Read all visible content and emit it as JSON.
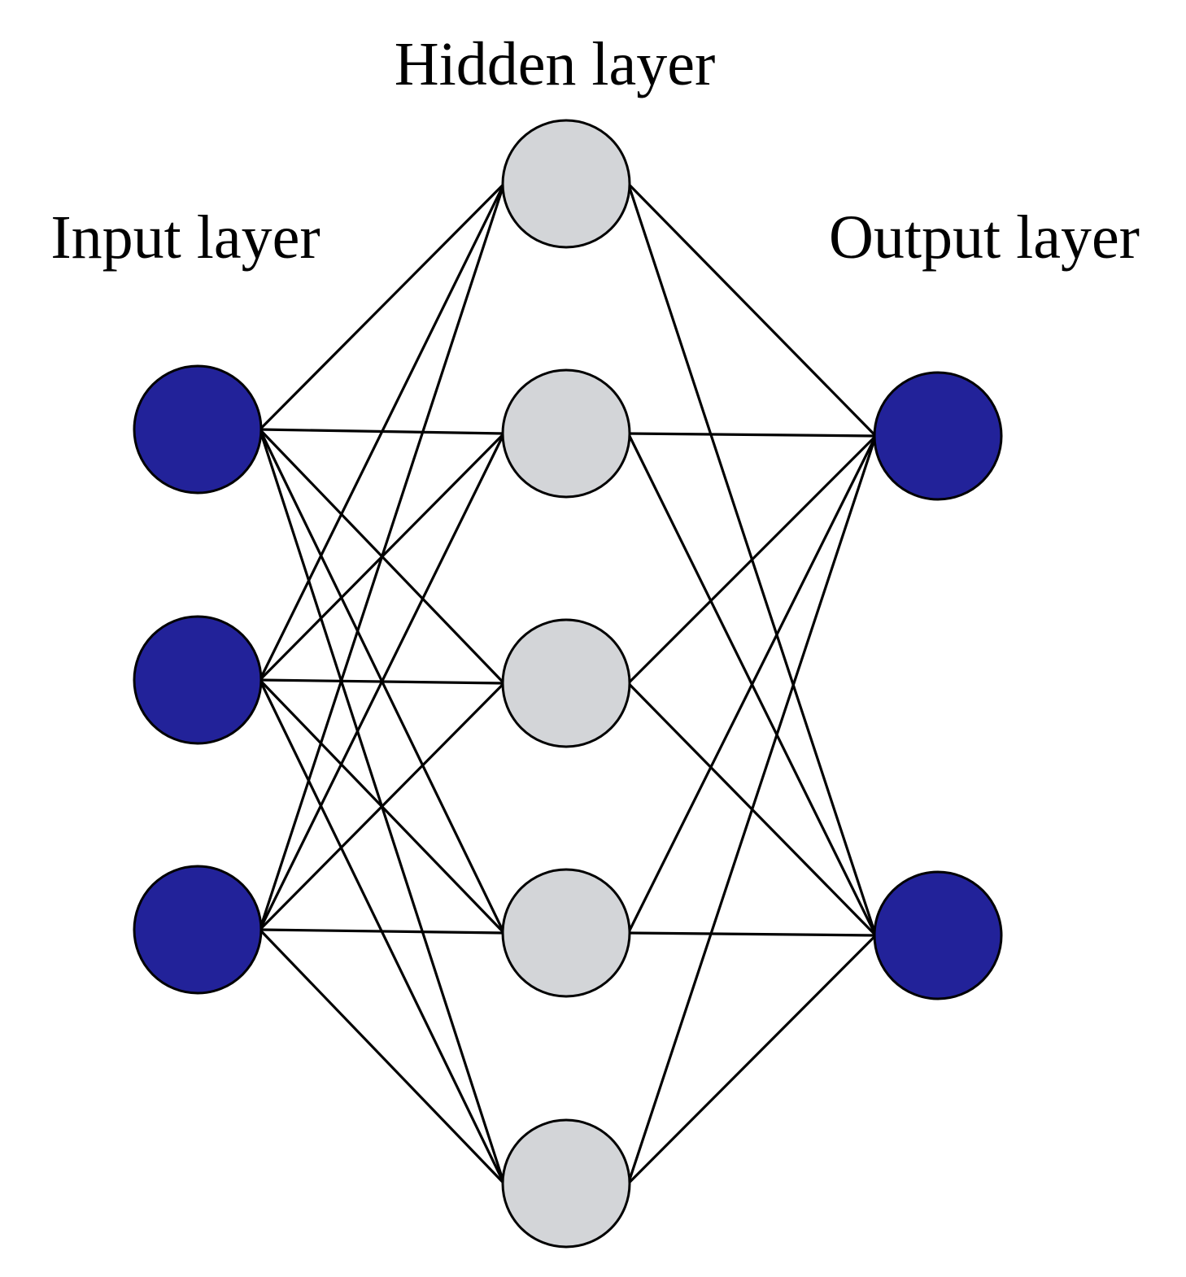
{
  "labels": {
    "input": "Input layer",
    "hidden": "Hidden layer",
    "output": "Output layer"
  },
  "layers": {
    "input": {
      "node_count": 3
    },
    "hidden": {
      "node_count": 5
    },
    "output": {
      "node_count": 2
    }
  },
  "connectivity": "fully-connected",
  "colors": {
    "input_node_fill": "#222299",
    "hidden_node_fill": "#d3d5d8",
    "output_node_fill": "#222299",
    "edge_stroke": "#000000",
    "node_stroke": "#000000",
    "background": "#ffffff"
  }
}
